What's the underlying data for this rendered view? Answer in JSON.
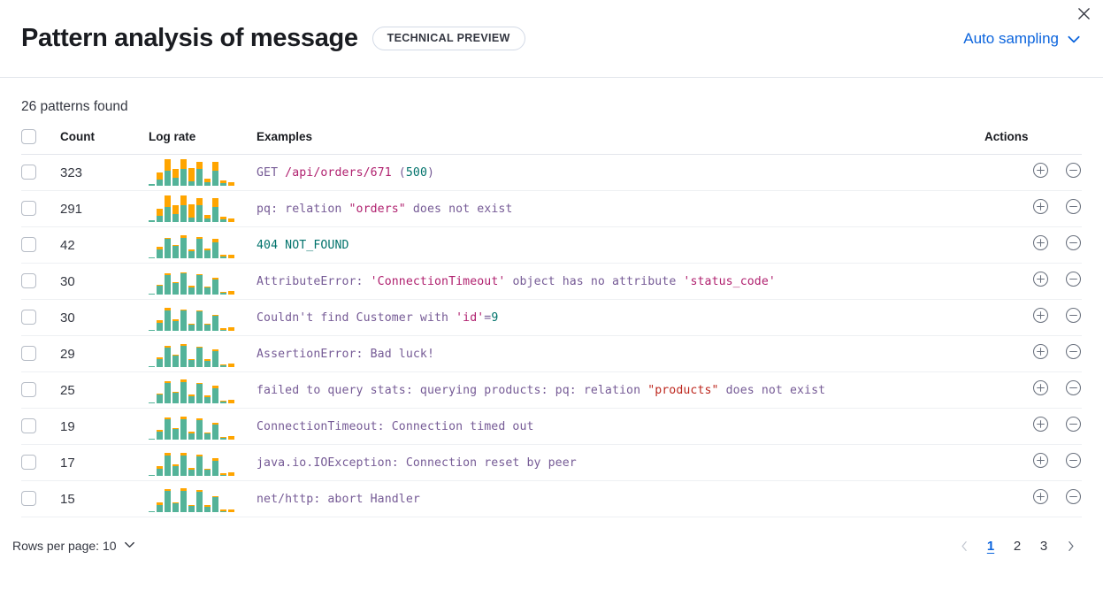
{
  "header": {
    "title": "Pattern analysis of message",
    "badge": "TECHNICAL PREVIEW",
    "sampling_label": "Auto sampling",
    "chevron_icon": "chevron-down-icon",
    "close_icon": "close-icon",
    "accent_color": "#0b64dd"
  },
  "summary": {
    "patterns_found": "26 patterns found"
  },
  "table": {
    "columns": {
      "select": "",
      "count": "Count",
      "log_rate": "Log rate",
      "examples": "Examples",
      "actions": "Actions"
    },
    "action_icons": {
      "add": "plus-circle-icon",
      "remove": "minus-circle-icon"
    },
    "rows": [
      {
        "count": "323",
        "example_tokens": [
          {
            "t": "GET ",
            "c": "plain"
          },
          {
            "t": "/api/orders/671",
            "c": "str"
          },
          {
            "t": " (",
            "c": "plain"
          },
          {
            "t": "500",
            "c": "num"
          },
          {
            "t": ")",
            "c": "plain"
          }
        ],
        "spark": [
          [
            8,
            0
          ],
          [
            22,
            28
          ],
          [
            58,
            42
          ],
          [
            30,
            34
          ],
          [
            66,
            36
          ],
          [
            18,
            50
          ],
          [
            62,
            28
          ],
          [
            14,
            14
          ],
          [
            56,
            34
          ],
          [
            10,
            10
          ],
          [
            0,
            14
          ]
        ]
      },
      {
        "count": "291",
        "example_tokens": [
          {
            "t": "pq: relation ",
            "c": "plain"
          },
          {
            "t": "\"orders\"",
            "c": "str"
          },
          {
            "t": " does not exist",
            "c": "plain"
          }
        ],
        "spark": [
          [
            8,
            0
          ],
          [
            22,
            28
          ],
          [
            58,
            42
          ],
          [
            30,
            34
          ],
          [
            66,
            36
          ],
          [
            18,
            50
          ],
          [
            62,
            28
          ],
          [
            14,
            14
          ],
          [
            56,
            34
          ],
          [
            10,
            10
          ],
          [
            0,
            14
          ]
        ]
      },
      {
        "count": "42",
        "example_tokens": [
          {
            "t": "404",
            "c": "num"
          },
          {
            "t": " ",
            "c": "plain"
          },
          {
            "t": "NOT_FOUND",
            "c": "num"
          }
        ],
        "spark": [
          [
            4,
            0
          ],
          [
            34,
            8
          ],
          [
            72,
            6
          ],
          [
            46,
            4
          ],
          [
            78,
            8
          ],
          [
            26,
            6
          ],
          [
            74,
            5
          ],
          [
            30,
            6
          ],
          [
            60,
            12
          ],
          [
            8,
            5
          ],
          [
            0,
            12
          ]
        ]
      },
      {
        "count": "30",
        "example_tokens": [
          {
            "t": "AttributeError: ",
            "c": "plain"
          },
          {
            "t": "'ConnectionTimeout'",
            "c": "str"
          },
          {
            "t": " object has no attribute ",
            "c": "plain"
          },
          {
            "t": "'status_code'",
            "c": "str"
          }
        ],
        "spark": [
          [
            2,
            0
          ],
          [
            32,
            6
          ],
          [
            74,
            5
          ],
          [
            42,
            4
          ],
          [
            80,
            5
          ],
          [
            28,
            4
          ],
          [
            72,
            5
          ],
          [
            26,
            4
          ],
          [
            58,
            6
          ],
          [
            6,
            4
          ],
          [
            0,
            12
          ]
        ]
      },
      {
        "count": "30",
        "example_tokens": [
          {
            "t": "Couldn't find Customer with ",
            "c": "plain"
          },
          {
            "t": "'id'",
            "c": "str"
          },
          {
            "t": "=",
            "c": "plain"
          },
          {
            "t": "9",
            "c": "num"
          }
        ],
        "spark": [
          [
            3,
            0
          ],
          [
            30,
            10
          ],
          [
            78,
            10
          ],
          [
            38,
            4
          ],
          [
            76,
            4
          ],
          [
            24,
            4
          ],
          [
            74,
            4
          ],
          [
            22,
            6
          ],
          [
            56,
            4
          ],
          [
            5,
            4
          ],
          [
            0,
            14
          ]
        ]
      },
      {
        "count": "29",
        "example_tokens": [
          {
            "t": "AssertionError: Bad luck!",
            "c": "plain"
          }
        ],
        "spark": [
          [
            3,
            0
          ],
          [
            30,
            7
          ],
          [
            74,
            6
          ],
          [
            42,
            4
          ],
          [
            80,
            8
          ],
          [
            26,
            4
          ],
          [
            72,
            4
          ],
          [
            24,
            5
          ],
          [
            60,
            6
          ],
          [
            6,
            4
          ],
          [
            0,
            12
          ]
        ]
      },
      {
        "count": "25",
        "example_tokens": [
          {
            "t": "failed to query stats: querying products: pq: relation ",
            "c": "plain"
          },
          {
            "t": "\"products\"",
            "c": "red"
          },
          {
            "t": " does not exist",
            "c": "plain"
          }
        ],
        "spark": [
          [
            3,
            0
          ],
          [
            32,
            6
          ],
          [
            76,
            8
          ],
          [
            40,
            4
          ],
          [
            80,
            10
          ],
          [
            26,
            6
          ],
          [
            72,
            6
          ],
          [
            24,
            5
          ],
          [
            58,
            8
          ],
          [
            6,
            4
          ],
          [
            0,
            12
          ]
        ]
      },
      {
        "count": "19",
        "example_tokens": [
          {
            "t": "ConnectionTimeout: Connection timed out",
            "c": "plain"
          }
        ],
        "spark": [
          [
            3,
            0
          ],
          [
            30,
            6
          ],
          [
            76,
            8
          ],
          [
            40,
            4
          ],
          [
            78,
            8
          ],
          [
            24,
            5
          ],
          [
            74,
            6
          ],
          [
            22,
            5
          ],
          [
            56,
            7
          ],
          [
            6,
            4
          ],
          [
            0,
            12
          ]
        ]
      },
      {
        "count": "17",
        "example_tokens": [
          {
            "t": "java.io.IOException: Connection reset by peer",
            "c": "plain"
          }
        ],
        "spark": [
          [
            4,
            0
          ],
          [
            28,
            8
          ],
          [
            78,
            10
          ],
          [
            38,
            4
          ],
          [
            78,
            10
          ],
          [
            24,
            5
          ],
          [
            72,
            8
          ],
          [
            22,
            6
          ],
          [
            58,
            8
          ],
          [
            5,
            4
          ],
          [
            0,
            12
          ]
        ]
      },
      {
        "count": "15",
        "example_tokens": [
          {
            "t": "net/http: abort Handler",
            "c": "plain"
          }
        ],
        "spark": [
          [
            4,
            0
          ],
          [
            26,
            10
          ],
          [
            80,
            8
          ],
          [
            34,
            4
          ],
          [
            80,
            10
          ],
          [
            22,
            5
          ],
          [
            76,
            6
          ],
          [
            20,
            6
          ],
          [
            56,
            4
          ],
          [
            5,
            4
          ],
          [
            0,
            10
          ]
        ]
      }
    ]
  },
  "footer": {
    "rows_per_page_label": "Rows per page: 10",
    "rows_per_page_icon": "chevron-down-icon",
    "prev_icon": "chevron-left-icon",
    "next_icon": "chevron-right-icon",
    "pages": [
      "1",
      "2",
      "3"
    ],
    "active_page": "1"
  },
  "colors": {
    "bar_top": "#ffa500",
    "bar_bottom": "#54b399"
  }
}
